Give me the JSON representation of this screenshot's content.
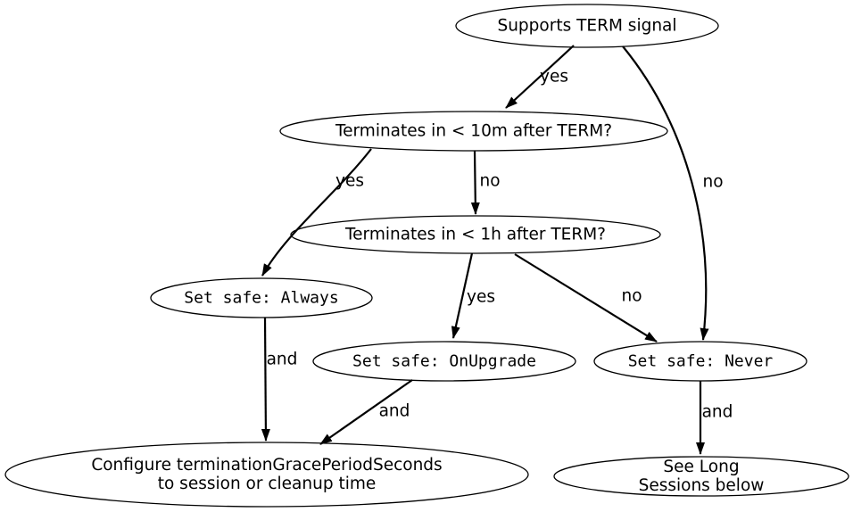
{
  "diagram": {
    "type": "flowchart",
    "colors": {
      "background": "#ffffff",
      "node_fill": "#ffffff",
      "stroke": "#000000",
      "text": "#000000"
    },
    "nodes": [
      {
        "id": "supports-term",
        "label": "Supports TERM signal"
      },
      {
        "id": "term-10m",
        "label": "Terminates in < 10m after TERM?"
      },
      {
        "id": "term-1h",
        "label": "Terminates in < 1h after TERM?"
      },
      {
        "id": "safe-always",
        "label": "Set safe: Always"
      },
      {
        "id": "safe-onupgrade",
        "label": "Set safe: OnUpgrade"
      },
      {
        "id": "safe-never",
        "label": "Set safe: Never"
      },
      {
        "id": "configure-grace",
        "label": "Configure terminationGracePeriodSeconds\nto session or cleanup time"
      },
      {
        "id": "long-sessions",
        "label": "See Long Sessions below"
      }
    ],
    "edges": [
      {
        "from": "supports-term",
        "to": "term-10m",
        "label": "yes"
      },
      {
        "from": "supports-term",
        "to": "safe-never",
        "label": "no"
      },
      {
        "from": "term-10m",
        "to": "safe-always",
        "label": "yes"
      },
      {
        "from": "term-10m",
        "to": "term-1h",
        "label": "no"
      },
      {
        "from": "term-1h",
        "to": "safe-onupgrade",
        "label": "yes"
      },
      {
        "from": "term-1h",
        "to": "safe-never",
        "label": "no"
      },
      {
        "from": "safe-always",
        "to": "configure-grace",
        "label": "and"
      },
      {
        "from": "safe-onupgrade",
        "to": "configure-grace",
        "label": "and"
      },
      {
        "from": "safe-never",
        "to": "long-sessions",
        "label": "and"
      }
    ]
  }
}
